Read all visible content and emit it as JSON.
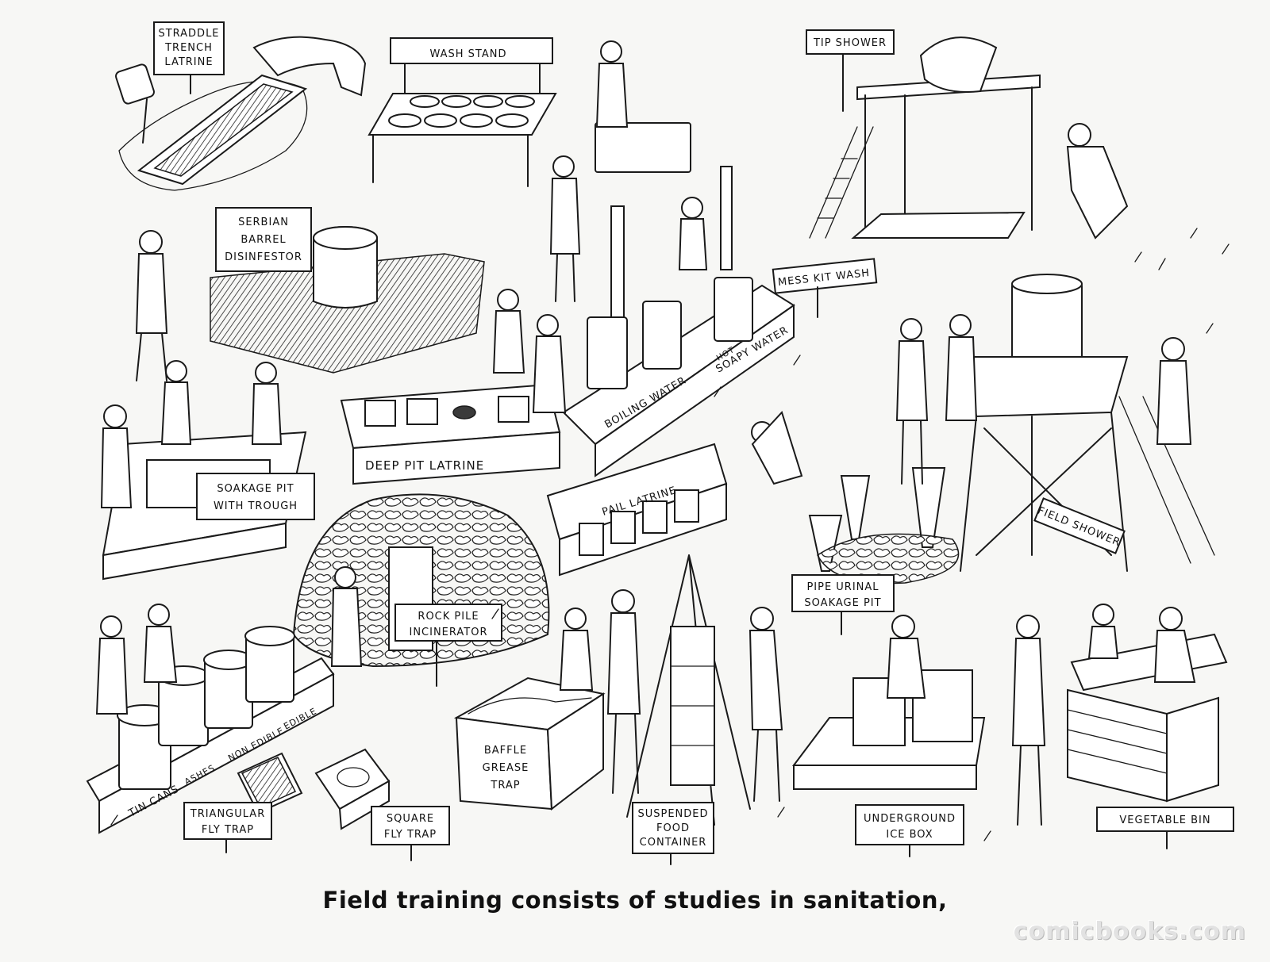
{
  "signs": {
    "straddle_trench_latrine": [
      "STRADDLE",
      "TRENCH",
      "LATRINE"
    ],
    "wash_stand": "WASH STAND",
    "tip_shower": "TIP SHOWER",
    "serbian_barrel_disinfestor": [
      "SERBIAN",
      "BARREL",
      "DISINFESTOR"
    ],
    "mess_kit_wash": "MESS KIT WASH",
    "boiling_water": "BOILING WATER",
    "hot": "HOT",
    "soapy_water": "SOAPY WATER",
    "deep_pit_latrine": "DEEP PIT LATRINE",
    "soakage_pit_with_trough": [
      "SOAKAGE PIT",
      "WITH TROUGH"
    ],
    "pail_latrine": "PAIL LATRINE",
    "field_shower": "FIELD SHOWER",
    "pipe_urinal_soakage_pit": [
      "PIPE URINAL",
      "SOAKAGE PIT"
    ],
    "rock_pile_incinerator": [
      "ROCK PILE",
      "INCINERATOR"
    ],
    "tin_cans": "TIN CANS",
    "ashes": "ASHES",
    "non_edible": "NON EDIBLE",
    "edible": "EDIBLE",
    "baffle_grease_trap": [
      "BAFFLE",
      "GREASE",
      "TRAP"
    ],
    "triangular_fly_trap": [
      "TRIANGULAR",
      "FLY TRAP"
    ],
    "square_fly_trap": [
      "SQUARE",
      "FLY TRAP"
    ],
    "suspended_food_container": [
      "SUSPENDED",
      "FOOD",
      "CONTAINER"
    ],
    "underground_ice_box": [
      "UNDERGROUND",
      "ICE BOX"
    ],
    "vegetable_bin": "VEGETABLE BIN"
  },
  "caption": "Field training consists of studies in sanitation,",
  "watermark": "comicbooks.com"
}
